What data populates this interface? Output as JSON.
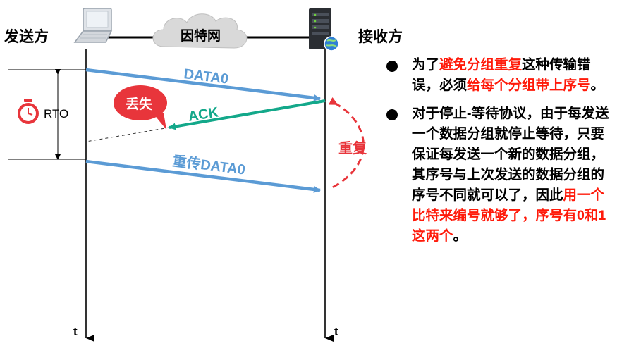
{
  "diagram": {
    "sender": "发送方",
    "receiver": "接收方",
    "network": "因特网",
    "time_label": "t",
    "rto": "RTO",
    "lost": "丢失",
    "retransmission": "重复",
    "messages": {
      "data0": "DATA0",
      "ack": "ACK",
      "retransmit": "重传DATA0"
    }
  },
  "notes": [
    {
      "parts": [
        {
          "text": "为了",
          "highlight": false
        },
        {
          "text": "避免分组重复",
          "highlight": true
        },
        {
          "text": "这种传输错误，必须",
          "highlight": false
        },
        {
          "text": "给每个分组带上序号",
          "highlight": true
        },
        {
          "text": "。",
          "highlight": false
        }
      ]
    },
    {
      "parts": [
        {
          "text": "对于停止-等待协议，由于每发送一个数据分组就停止等待，只要保证每发送一个新的数据分组，其序号与上次发送的数据分组的序号不同就可以了，因此",
          "highlight": false
        },
        {
          "text": "用一个比特来编号就够了，序号有0和1这两个",
          "highlight": true
        },
        {
          "text": "。",
          "highlight": false
        }
      ]
    }
  ],
  "colors": {
    "data_arrow": "#5b9bd5",
    "ack_arrow": "#13a88a",
    "lost_bubble": "#e8353b",
    "retrans_arc": "#e8353b",
    "highlight_text": "#ff1a0a"
  }
}
